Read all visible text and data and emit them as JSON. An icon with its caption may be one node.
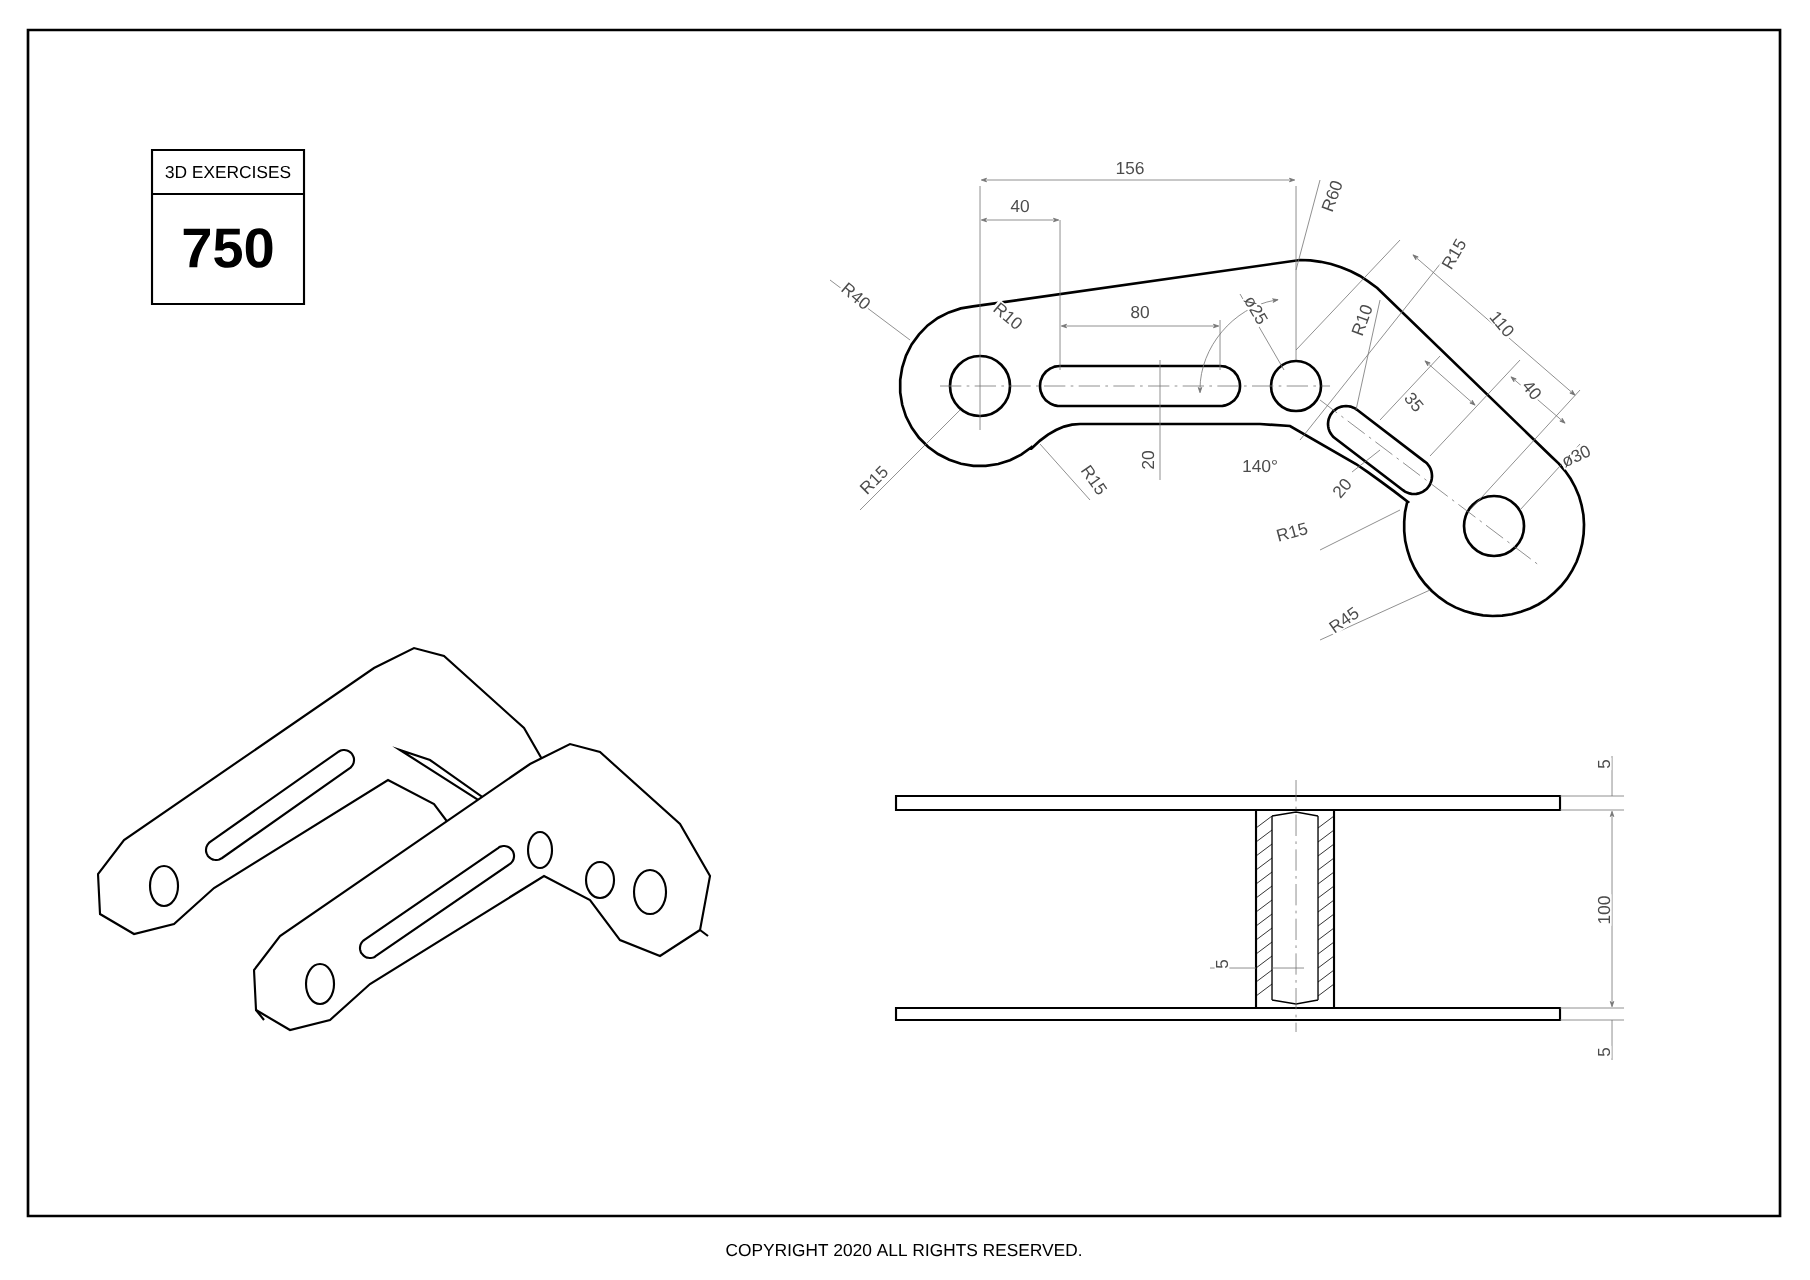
{
  "diagram": {
    "nodes": [
      {
        "text": [
          "3D EXERCISES",
          "750"
        ]
      }
    ],
    "labels": [
      "156",
      "40",
      "R60",
      "R40",
      "R10",
      "80",
      "ø25",
      "R15",
      "R10",
      "110",
      "35",
      "40",
      "ø30",
      "R15",
      "R15",
      "20",
      "140°",
      "20",
      "R15",
      "R45",
      "5",
      "100",
      "5",
      "5",
      "COPYRIGHT 2020 ALL RIGHTS RESERVED."
    ]
  }
}
